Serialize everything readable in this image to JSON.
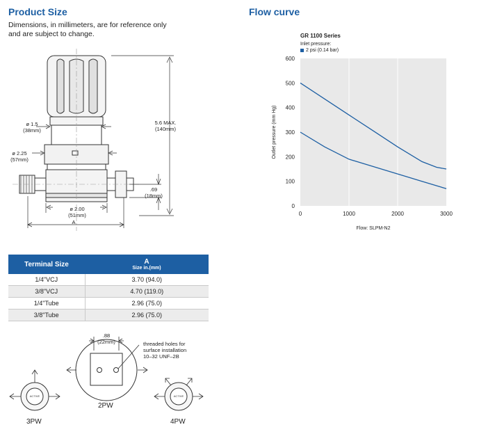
{
  "product_size": {
    "title": "Product Size",
    "note_line1": "Dimensions, in millimeters, are for reference only",
    "note_line2": "and are subject to change.",
    "dims": {
      "d15_a": "ø 1.5",
      "d15_b": "(38mm)",
      "d225_a": "ø 2.25",
      "d225_b": "(57mm)",
      "max_a": "5.6 MAX.",
      "max_b": "(140mm)",
      "d69_a": ".69",
      "d69_b": "(18mm)",
      "d200_a": "ø 2.00",
      "d200_b": "(51mm)",
      "a_label": "A"
    }
  },
  "flow_curve": {
    "title": "Flow curve"
  },
  "chart_data": {
    "type": "line",
    "title": "GR 1100 Series",
    "legend_title": "Inlet pressure:",
    "legend_entry": "2 psi (0.14 bar)",
    "xlabel": "Flow: SLPM-N2",
    "ylabel": "Outlet pressure (mm Hg)",
    "xlim": [
      0,
      3000
    ],
    "ylim": [
      0,
      600
    ],
    "xticks": [
      "0",
      "1000",
      "2000",
      "3000"
    ],
    "yticks": [
      "0",
      "100",
      "200",
      "300",
      "400",
      "500",
      "600"
    ],
    "grid": "vertical",
    "series_color": "#1d5fa3",
    "series": [
      {
        "x": [
          0,
          500,
          1000,
          1500,
          2000,
          2500,
          2800,
          3000
        ],
        "y": [
          500,
          435,
          370,
          305,
          240,
          180,
          157,
          150
        ]
      },
      {
        "x": [
          0,
          500,
          1000,
          1500,
          2000,
          2500,
          3000
        ],
        "y": [
          300,
          240,
          190,
          160,
          130,
          100,
          70
        ]
      }
    ]
  },
  "table": {
    "header_col1": "Terminal Size",
    "header_col2_a": "A",
    "header_col2_b": "Size in.(mm)",
    "rows": [
      {
        "size": "1/4\"VCJ",
        "value": "3.70 (94.0)"
      },
      {
        "size": "3/8\"VCJ",
        "value": "4.70 (119.0)"
      },
      {
        "size": "1/4\"Tube",
        "value": "2.96 (75.0)"
      },
      {
        "size": "3/8\"Tube",
        "value": "2.96 (75.0)"
      }
    ]
  },
  "ports": {
    "d88_a": ".88",
    "d88_b": "(22mm)",
    "thread_line1": "threaded holes for",
    "thread_line2": "surface installation",
    "thread_line3": "10–32 UNF–2B",
    "knob_text": "ACTIVE",
    "label_2pw": "2PW",
    "label_3pw": "3PW",
    "label_4pw": "4PW"
  }
}
